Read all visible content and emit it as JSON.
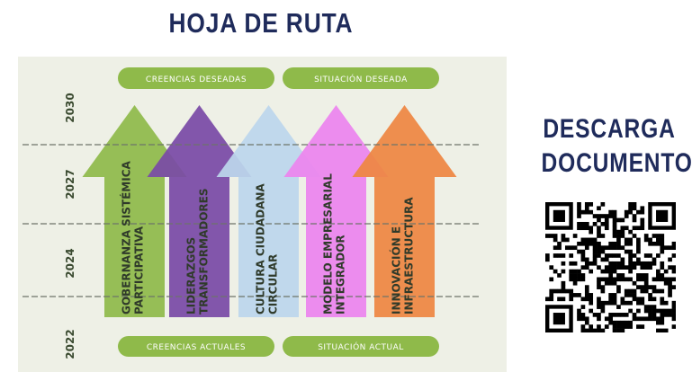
{
  "title": "HOJA DE RUTA",
  "download": {
    "line1": "DESCARGA",
    "line2": "DOCUMENTO"
  },
  "years": [
    "2030",
    "2027",
    "2024",
    "2022"
  ],
  "pills": {
    "top_left": "CREENCIAS DESEADAS",
    "top_right": "SITUACIÓN DESEADA",
    "bottom_left": "CREENCIAS ACTUALES",
    "bottom_right": "SITUACIÓN ACTUAL"
  },
  "arrows": [
    {
      "line1": "GOBERNANZA SISTÉMICA",
      "line2": "PARTICIPATIVA",
      "color": "#8fba4a"
    },
    {
      "line1": "LIDERAZGOS",
      "line2": "TRANSFORMADORES",
      "color": "#7a4aa6"
    },
    {
      "line1": "CULTURA CIUDADANA",
      "line2": "CIRCULAR",
      "color": "#bcd6ec"
    },
    {
      "line1": "MODELO EMPRESARIAL",
      "line2": "INTEGRADOR",
      "color": "#ec84ee"
    },
    {
      "line1": "INNOVACIÓN E",
      "line2": "INFRAESTRUCTURA",
      "color": "#ee8642"
    }
  ],
  "colors": {
    "panel": "#eef0e6",
    "pill": "#8fba4a",
    "navy": "#1f2b5b"
  }
}
